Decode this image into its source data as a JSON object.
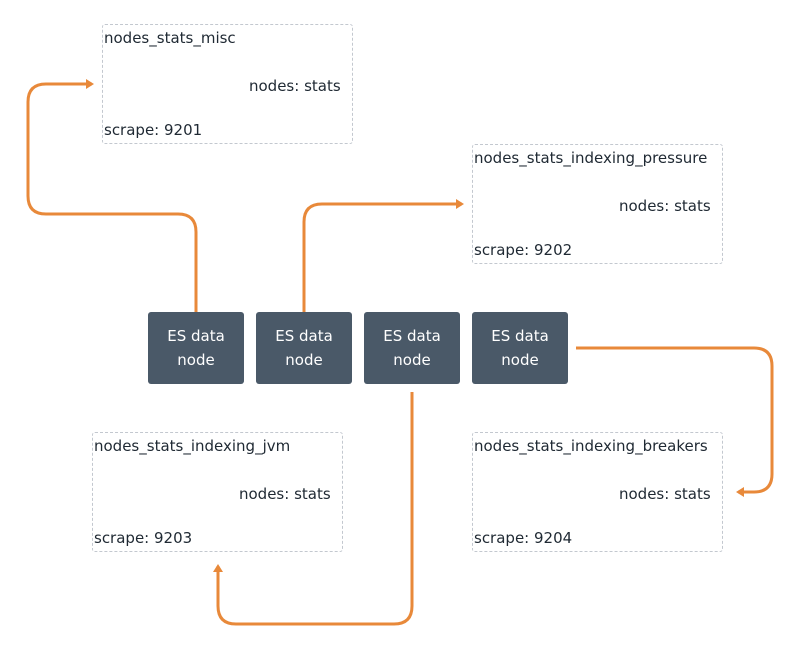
{
  "colors": {
    "arrow": "#e8893a",
    "node_fill": "#4a5968",
    "node_text": "#ffffff",
    "box_border": "#c3c8cf",
    "text": "#1f2933"
  },
  "nodes": [
    {
      "line1": "ES data",
      "line2": "node"
    },
    {
      "line1": "ES data",
      "line2": "node"
    },
    {
      "line1": "ES data",
      "line2": "node"
    },
    {
      "line1": "ES data",
      "line2": "node"
    }
  ],
  "groups": [
    {
      "title": "nodes_stats_misc",
      "label": "nodes: stats",
      "scrape": "scrape: 9201"
    },
    {
      "title": "nodes_stats_indexing_pressure",
      "label": "nodes: stats",
      "scrape": "scrape: 9202"
    },
    {
      "title": "nodes_stats_indexing_jvm",
      "label": "nodes: stats",
      "scrape": "scrape: 9203"
    },
    {
      "title": "nodes_stats_indexing_breakers",
      "label": "nodes: stats",
      "scrape": "scrape: 9204"
    }
  ]
}
